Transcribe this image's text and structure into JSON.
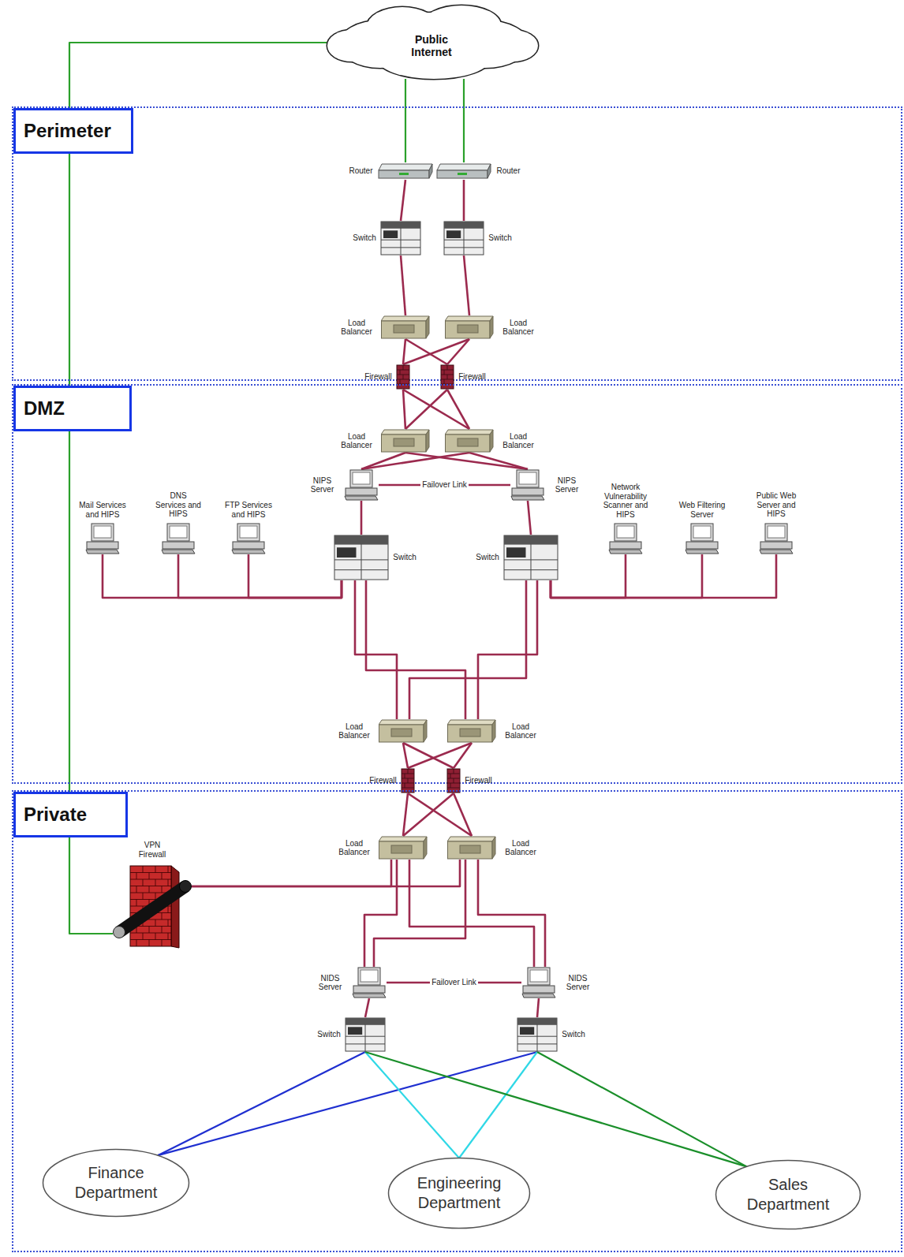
{
  "diagram": {
    "nodes": [
      {
        "text": [
          "Public Internet"
        ]
      },
      {
        "text": [
          "Perimeter"
        ]
      },
      {
        "text": [
          "Router"
        ],
        "in": 1
      },
      {
        "text": [
          "Router"
        ],
        "in": 1
      },
      {
        "text": [
          "Switch"
        ],
        "in": 1
      },
      {
        "text": [
          "Switch"
        ],
        "in": 1
      },
      {
        "text": [
          "Load Balancer"
        ],
        "in": 1
      },
      {
        "text": [
          "Load Balancer"
        ],
        "in": 1
      },
      {
        "text": [
          "Firewall"
        ],
        "in": 1
      },
      {
        "text": [
          "Firewall"
        ],
        "in": 1
      },
      {
        "text": [
          "DMZ"
        ]
      },
      {
        "text": [
          "Load Balancer"
        ],
        "in": 10
      },
      {
        "text": [
          "Load Balancer"
        ],
        "in": 10
      },
      {
        "text": [
          "NIPS Server"
        ],
        "in": 10
      },
      {
        "text": [
          "NIPS Server"
        ],
        "in": 10
      },
      {
        "text": [
          "Mail Services and HIPS"
        ],
        "in": 10
      },
      {
        "text": [
          "DNS Services and HIPS"
        ],
        "in": 10
      },
      {
        "text": [
          "FTP Services and HIPS"
        ],
        "in": 10
      },
      {
        "text": [
          "Switch"
        ],
        "in": 10
      },
      {
        "text": [
          "Switch"
        ],
        "in": 10
      },
      {
        "text": [
          "Network Vulnerability Scanner and HIPS"
        ],
        "in": 10
      },
      {
        "text": [
          "Web Filtering Server"
        ],
        "in": 10
      },
      {
        "text": [
          "Public Web Server and HIPS"
        ],
        "in": 10
      },
      {
        "text": [
          "Load Balancer"
        ],
        "in": 10
      },
      {
        "text": [
          "Load Balancer"
        ],
        "in": 10
      },
      {
        "text": [
          "Firewall"
        ],
        "in": 10
      },
      {
        "text": [
          "Firewall"
        ],
        "in": 10
      },
      {
        "text": [
          "Private"
        ]
      },
      {
        "text": [
          "Load Balancer"
        ],
        "in": 27
      },
      {
        "text": [
          "Load Balancer"
        ],
        "in": 27
      },
      {
        "text": [
          "VPN Firewall"
        ],
        "in": 27
      },
      {
        "text": [
          "NIDS Server"
        ],
        "in": 27
      },
      {
        "text": [
          "NIDS Server"
        ],
        "in": 27
      },
      {
        "text": [
          "Switch"
        ],
        "in": 27
      },
      {
        "text": [
          "Switch"
        ],
        "in": 27
      },
      {
        "text": [
          "Finance Department"
        ],
        "in": 27
      },
      {
        "text": [
          "Engineering Department"
        ],
        "in": 27
      },
      {
        "text": [
          "Sales Department"
        ],
        "in": 27
      }
    ],
    "edges": [
      {
        "from": 0,
        "to": 2,
        "arrow": "none"
      },
      {
        "from": 0,
        "to": 3,
        "arrow": "none"
      },
      {
        "from": 0,
        "to": 30,
        "arrow": "none"
      },
      {
        "from": 2,
        "to": 4,
        "arrow": "none"
      },
      {
        "from": 3,
        "to": 5,
        "arrow": "none"
      },
      {
        "from": 4,
        "to": 6,
        "arrow": "none"
      },
      {
        "from": 5,
        "to": 7,
        "arrow": "none"
      },
      {
        "from": 6,
        "to": 8,
        "arrow": "none"
      },
      {
        "from": 6,
        "to": 9,
        "arrow": "none"
      },
      {
        "from": 7,
        "to": 8,
        "arrow": "none"
      },
      {
        "from": 7,
        "to": 9,
        "arrow": "none"
      },
      {
        "from": 8,
        "to": 11,
        "arrow": "none"
      },
      {
        "from": 8,
        "to": 12,
        "arrow": "none"
      },
      {
        "from": 9,
        "to": 11,
        "arrow": "none"
      },
      {
        "from": 9,
        "to": 12,
        "arrow": "none"
      },
      {
        "from": 11,
        "to": 13,
        "arrow": "none"
      },
      {
        "from": 11,
        "to": 14,
        "arrow": "none"
      },
      {
        "from": 12,
        "to": 13,
        "arrow": "none"
      },
      {
        "from": 12,
        "to": 14,
        "arrow": "none"
      },
      {
        "from": 13,
        "to": 14,
        "label": "Failover Link",
        "arrow": "none"
      },
      {
        "from": 13,
        "to": 18,
        "arrow": "none"
      },
      {
        "from": 14,
        "to": 19,
        "arrow": "none"
      },
      {
        "from": 18,
        "to": 15,
        "arrow": "none"
      },
      {
        "from": 18,
        "to": 16,
        "arrow": "none"
      },
      {
        "from": 18,
        "to": 17,
        "arrow": "none"
      },
      {
        "from": 19,
        "to": 20,
        "arrow": "none"
      },
      {
        "from": 19,
        "to": 21,
        "arrow": "none"
      },
      {
        "from": 19,
        "to": 22,
        "arrow": "none"
      },
      {
        "from": 18,
        "to": 23,
        "arrow": "none"
      },
      {
        "from": 18,
        "to": 24,
        "arrow": "none"
      },
      {
        "from": 19,
        "to": 23,
        "arrow": "none"
      },
      {
        "from": 19,
        "to": 24,
        "arrow": "none"
      },
      {
        "from": 23,
        "to": 25,
        "arrow": "none"
      },
      {
        "from": 23,
        "to": 26,
        "arrow": "none"
      },
      {
        "from": 24,
        "to": 25,
        "arrow": "none"
      },
      {
        "from": 24,
        "to": 26,
        "arrow": "none"
      },
      {
        "from": 25,
        "to": 28,
        "arrow": "none"
      },
      {
        "from": 25,
        "to": 29,
        "arrow": "none"
      },
      {
        "from": 26,
        "to": 28,
        "arrow": "none"
      },
      {
        "from": 26,
        "to": 29,
        "arrow": "none"
      },
      {
        "from": 30,
        "to": 28,
        "arrow": "none"
      },
      {
        "from": 30,
        "to": 29,
        "arrow": "none"
      },
      {
        "from": 28,
        "to": 31,
        "arrow": "none"
      },
      {
        "from": 28,
        "to": 32,
        "arrow": "none"
      },
      {
        "from": 29,
        "to": 31,
        "arrow": "none"
      },
      {
        "from": 29,
        "to": 32,
        "arrow": "none"
      },
      {
        "from": 31,
        "to": 32,
        "label": "Failover Link",
        "arrow": "none"
      },
      {
        "from": 31,
        "to": 33,
        "arrow": "none"
      },
      {
        "from": 32,
        "to": 34,
        "arrow": "none"
      },
      {
        "from": 33,
        "to": 35,
        "arrow": "none"
      },
      {
        "from": 34,
        "to": 35,
        "arrow": "none"
      },
      {
        "from": 33,
        "to": 36,
        "arrow": "none"
      },
      {
        "from": 34,
        "to": 36,
        "arrow": "none"
      },
      {
        "from": 33,
        "to": 37,
        "arrow": "none"
      },
      {
        "from": 34,
        "to": 37,
        "arrow": "none"
      }
    ]
  }
}
